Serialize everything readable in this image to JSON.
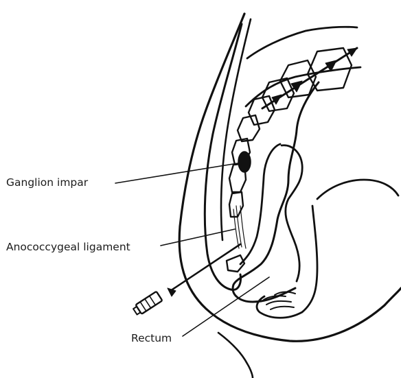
{
  "labels": {
    "ganglion_impar": "Ganglion impar",
    "anococcygeal_ligament": "Anococcygeal ligament",
    "rectum": "Rectum"
  },
  "colors": {
    "ink": "#111111",
    "background": "#ffffff"
  }
}
